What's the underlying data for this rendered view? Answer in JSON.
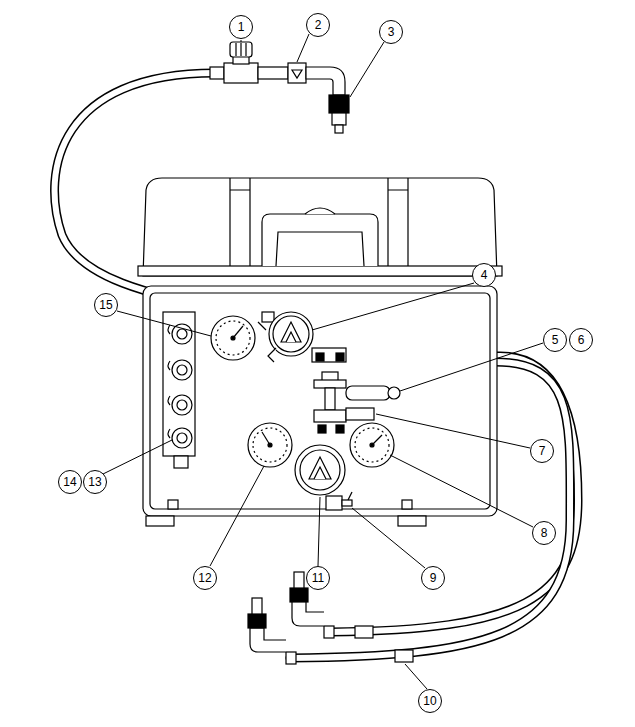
{
  "diagram": {
    "nodes": [
      {
        "text": [
          "1"
        ]
      },
      {
        "text": [
          "2"
        ]
      },
      {
        "text": [
          "3"
        ]
      },
      {
        "text": [
          "15"
        ]
      },
      {
        "text": [
          "4"
        ]
      },
      {
        "text": [
          "5"
        ]
      },
      {
        "text": [
          "6"
        ]
      },
      {
        "text": [
          "7"
        ]
      },
      {
        "text": [
          "14"
        ]
      },
      {
        "text": [
          "13"
        ]
      },
      {
        "text": [
          "8"
        ]
      },
      {
        "text": [
          "12"
        ]
      },
      {
        "text": [
          "11"
        ]
      },
      {
        "text": [
          "9"
        ]
      },
      {
        "text": [
          "10"
        ]
      }
    ]
  }
}
